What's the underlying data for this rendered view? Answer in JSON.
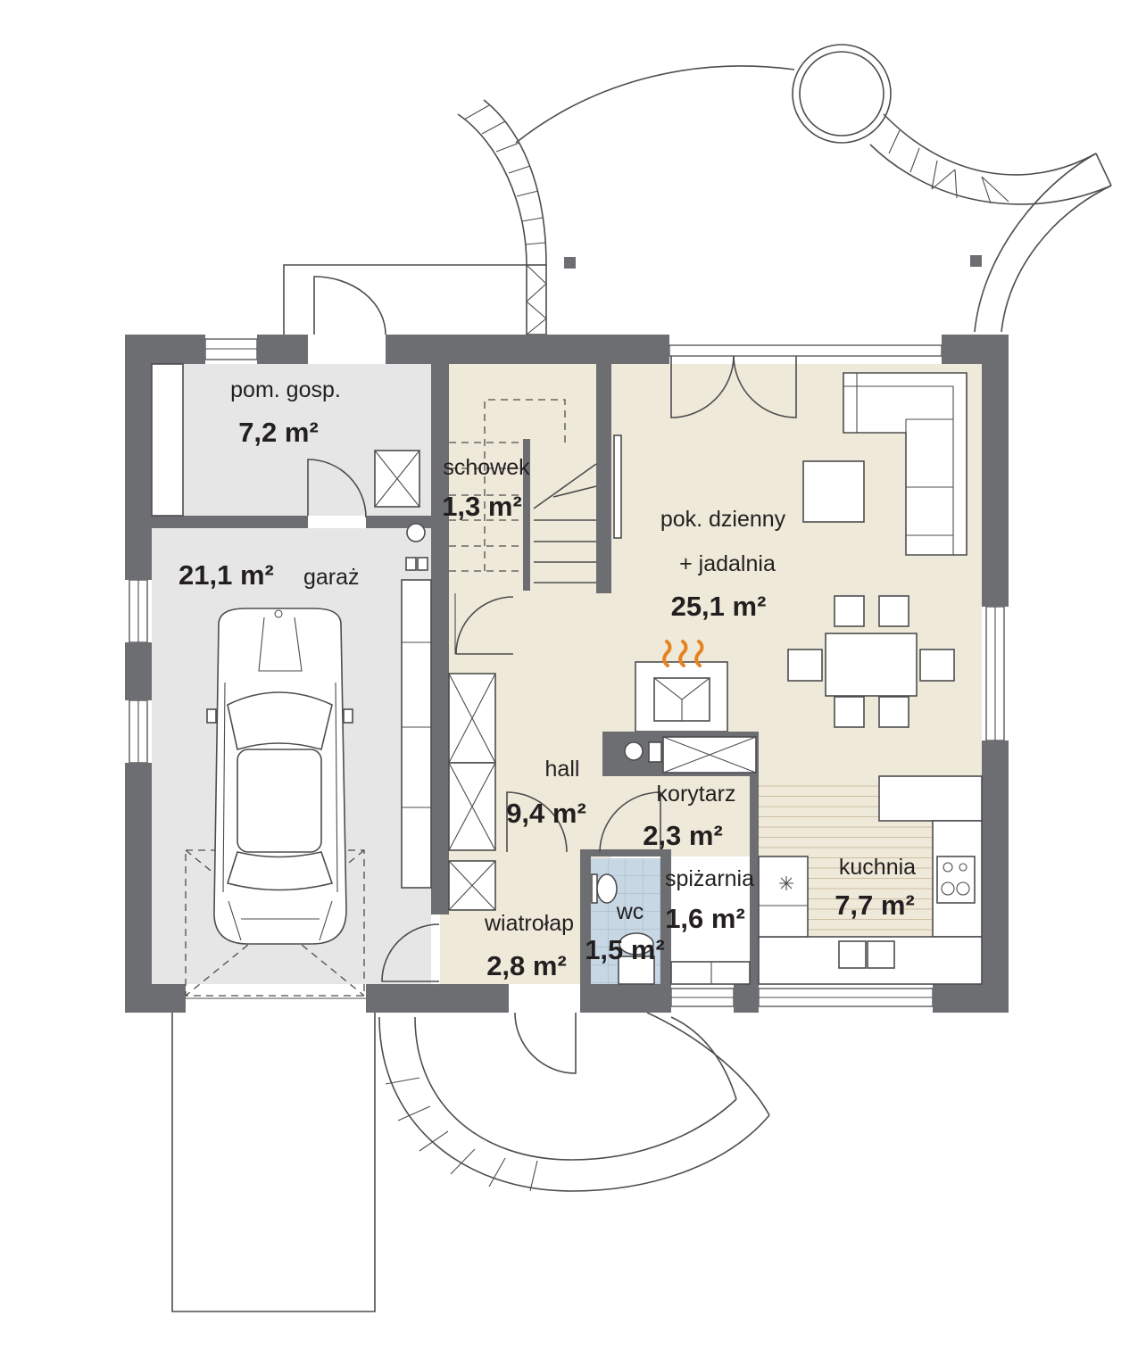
{
  "plan": {
    "rooms": {
      "utility_room": {
        "name": "pom. gosp.",
        "area": "7,2 m²"
      },
      "storage": {
        "name": "schowek",
        "area": "1,3 m²"
      },
      "living_dining": {
        "name_line1": "pok. dzienny",
        "name_line2": "+ jadalnia",
        "area": "25,1 m²"
      },
      "garage": {
        "name": "garaż",
        "area": "21,1 m²"
      },
      "hall": {
        "name": "hall",
        "area": "9,4 m²"
      },
      "corridor": {
        "name": "korytarz",
        "area": "2,3 m²"
      },
      "pantry": {
        "name": "spiżarnia",
        "area": "1,6 m²"
      },
      "kitchen": {
        "name": "kuchnia",
        "area": "7,7 m²"
      },
      "wc": {
        "name": "wc",
        "area": "1,5 m²"
      },
      "vestibule": {
        "name": "wiatrołap",
        "area": "2,8 m²"
      }
    }
  },
  "colors": {
    "wall": "#6d6e71",
    "warm_floor": "#efe9d9",
    "garage_floor": "#e6e6e6",
    "wc_tiles": "#c8d7e4",
    "fireplace_flame": "#e8821e",
    "line": "#4d4d4f"
  }
}
